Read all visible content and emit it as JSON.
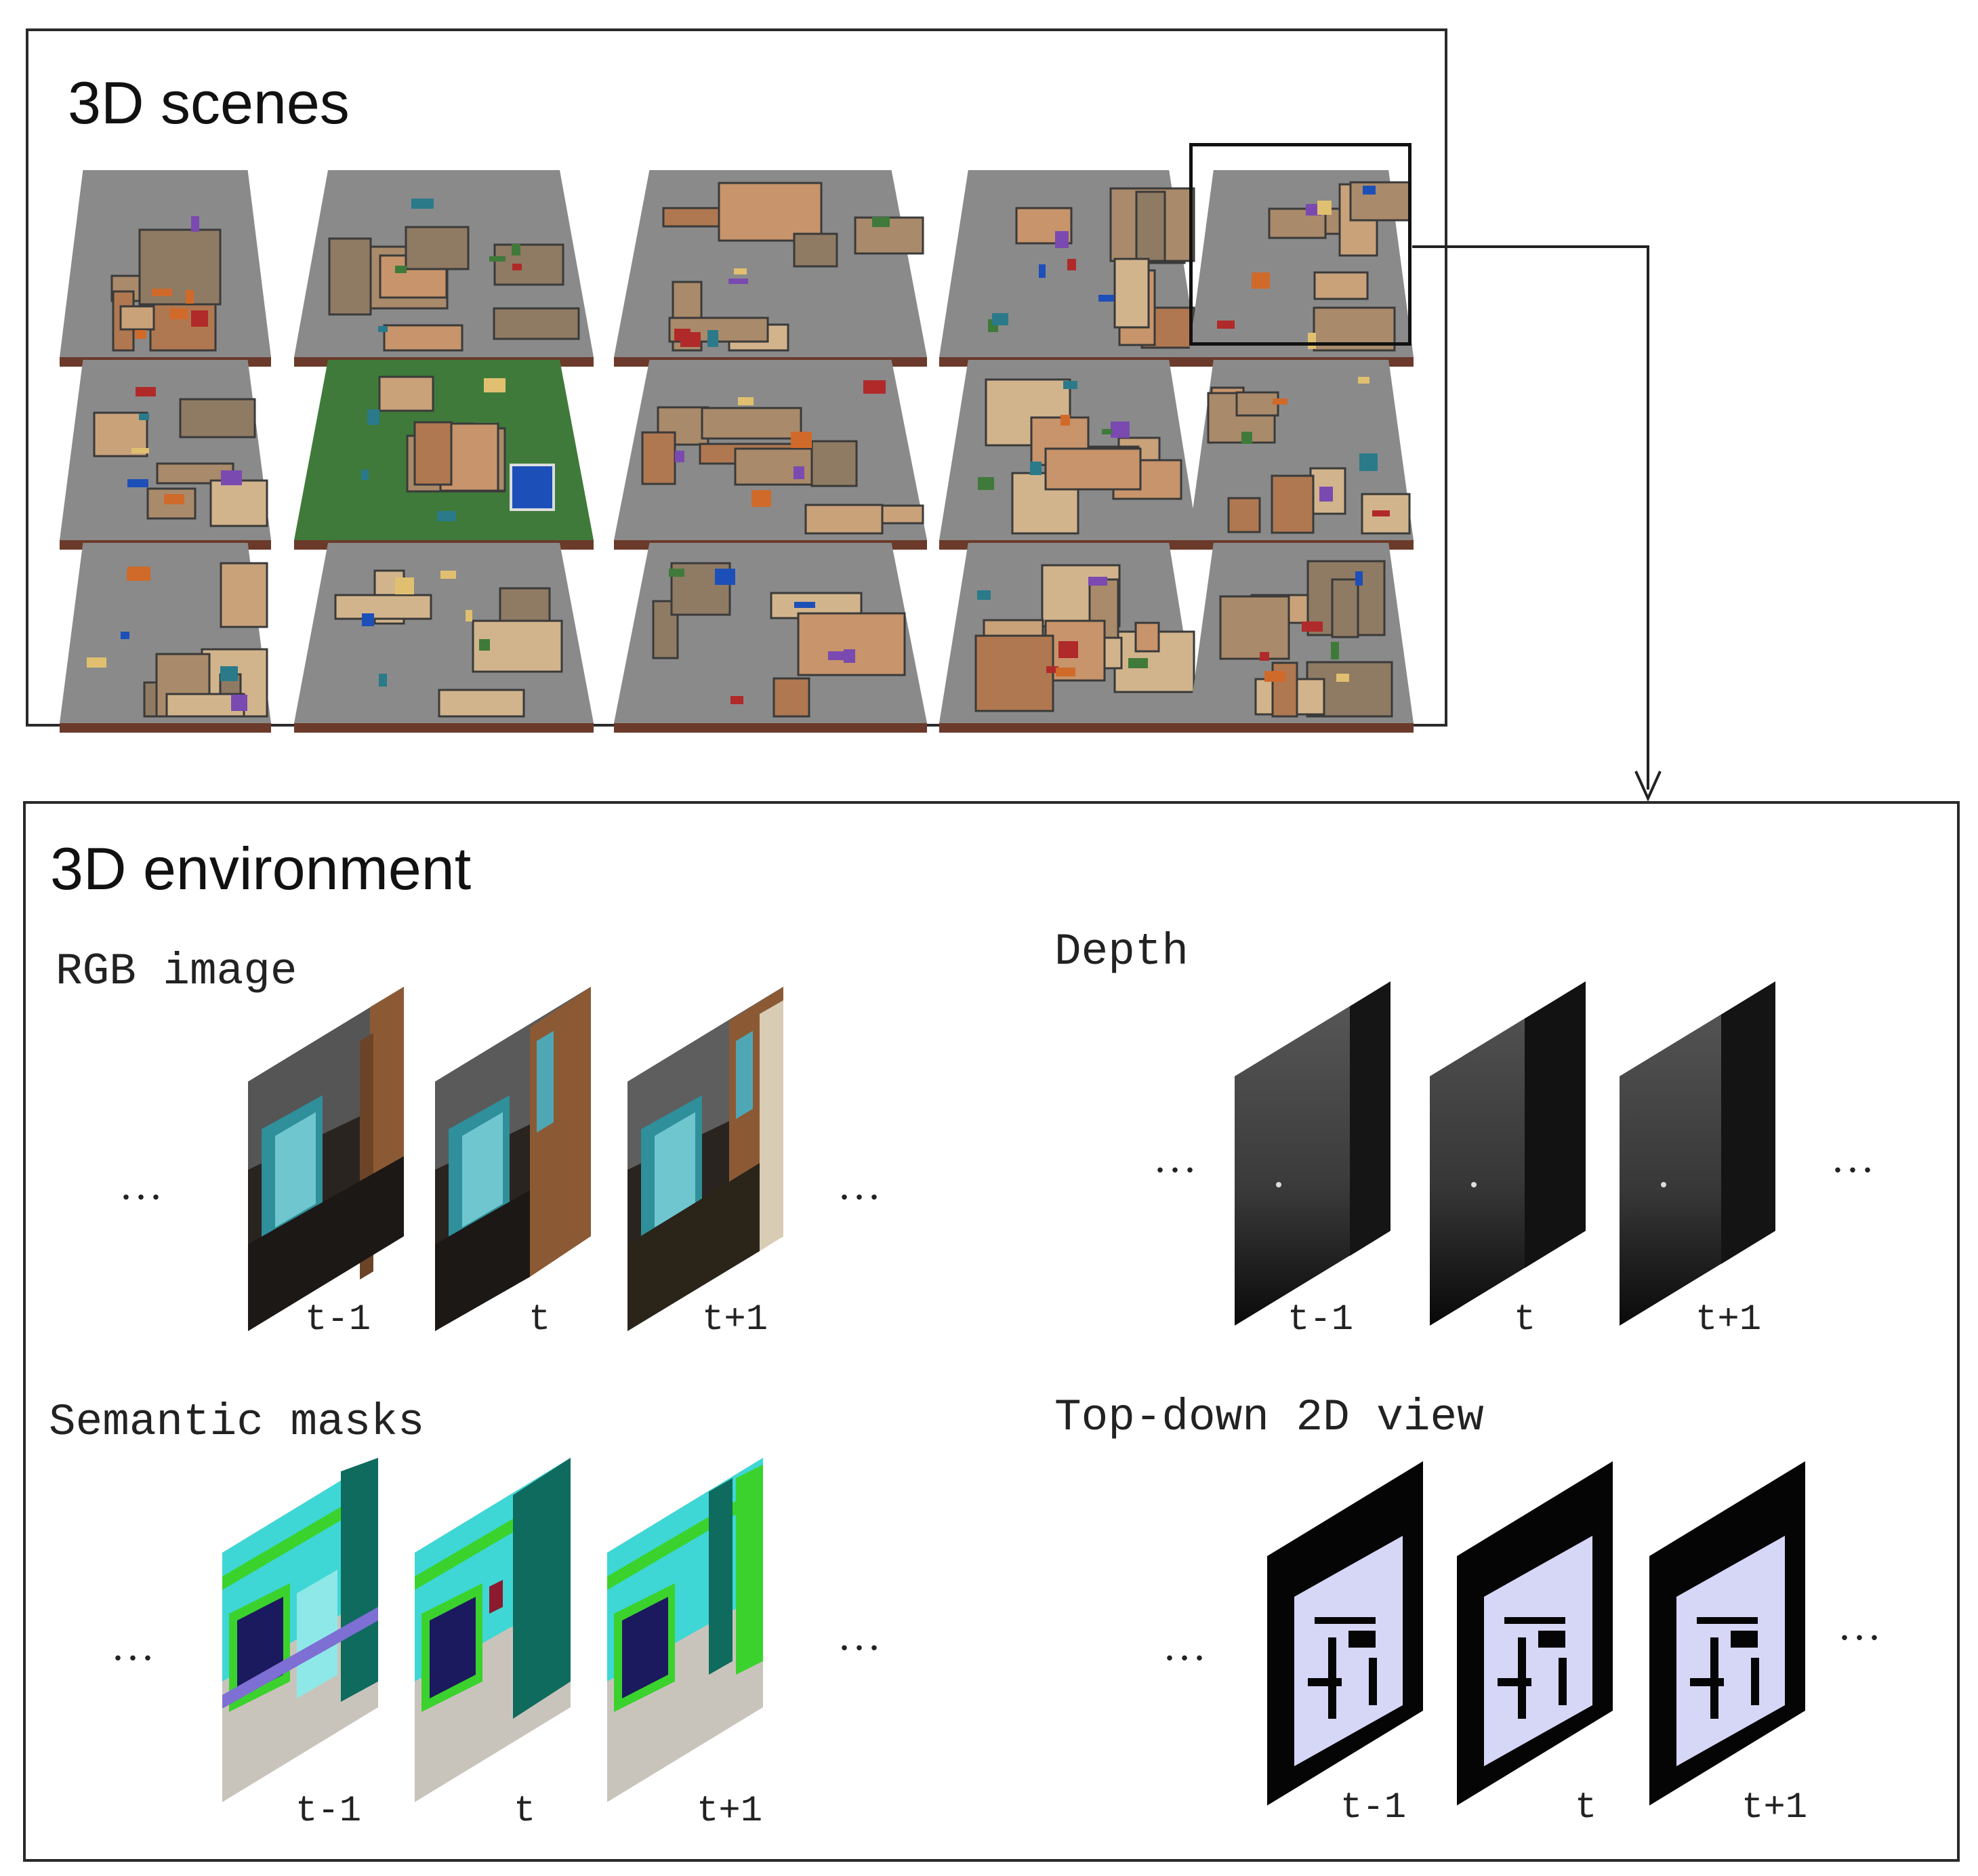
{
  "scenes_panel": {
    "title": "3D scenes"
  },
  "environment_panel": {
    "title": "3D environment",
    "sections": {
      "rgb": {
        "label": "RGB image"
      },
      "depth": {
        "label": "Depth"
      },
      "semantic": {
        "label": "Semantic masks"
      },
      "topdown": {
        "label": "Top-down 2D view"
      }
    },
    "ellipsis": "...",
    "time_labels": [
      "t-1",
      "t",
      "t+1"
    ]
  },
  "colors": {
    "border": "#2a2a2a",
    "floor_wood": "#c7946b",
    "wall_grey": "#8a8a8a",
    "grass_green": "#3f7a3a",
    "pool_blue": "#1d4fb8",
    "semantic_cyan": "#3fd6d6",
    "semantic_green": "#3bd22e",
    "semantic_teal": "#0f6b5e",
    "topdown_lavender": "#d6d6f7"
  }
}
